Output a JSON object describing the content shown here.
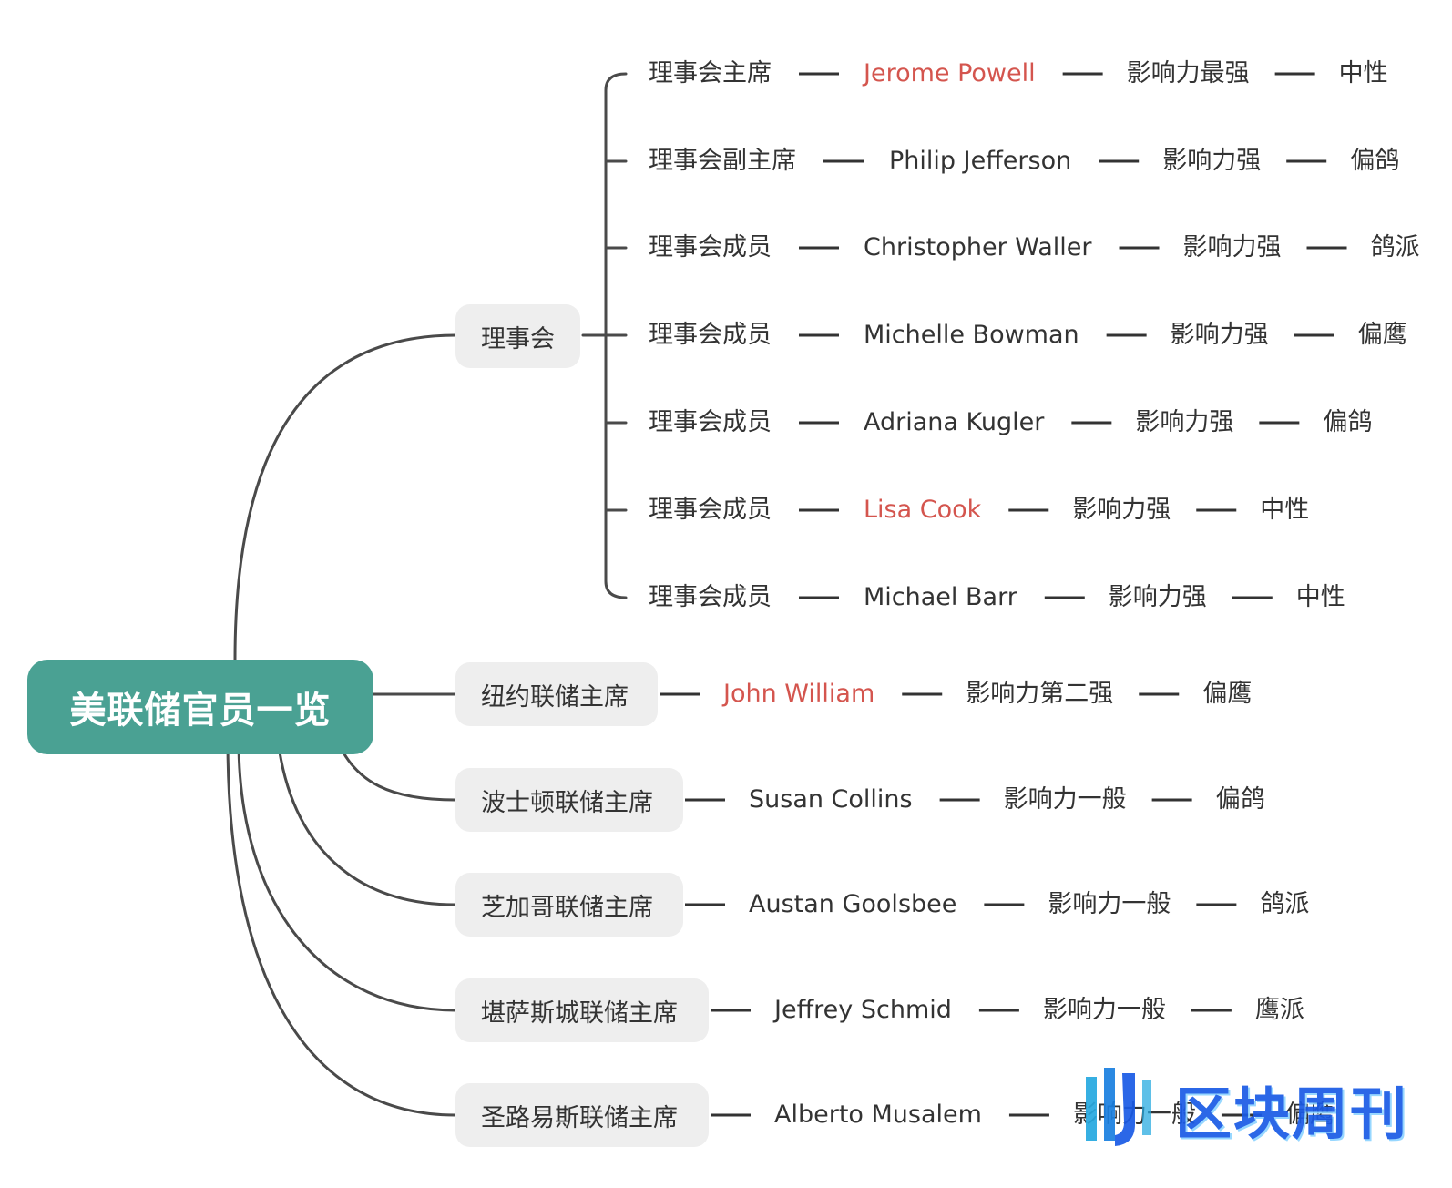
{
  "root": {
    "title": "美联储官员一览"
  },
  "board": {
    "label": "理事会",
    "members": [
      {
        "role": "理事会主席",
        "name": "Jerome Powell",
        "name_highlight": true,
        "influence": "影响力最强",
        "stance": "中性"
      },
      {
        "role": "理事会副主席",
        "name": "Philip Jefferson",
        "name_highlight": false,
        "influence": "影响力强",
        "stance": "偏鸽"
      },
      {
        "role": "理事会成员",
        "name": "Christopher Waller",
        "name_highlight": false,
        "influence": "影响力强",
        "stance": "鸽派"
      },
      {
        "role": "理事会成员",
        "name": "Michelle Bowman",
        "name_highlight": false,
        "influence": "影响力强",
        "stance": "偏鹰"
      },
      {
        "role": "理事会成员",
        "name": "Adriana Kugler",
        "name_highlight": false,
        "influence": "影响力强",
        "stance": "偏鸽"
      },
      {
        "role": "理事会成员",
        "name": "Lisa Cook",
        "name_highlight": true,
        "influence": "影响力强",
        "stance": "中性"
      },
      {
        "role": "理事会成员",
        "name": "Michael Barr",
        "name_highlight": false,
        "influence": "影响力强",
        "stance": "中性"
      }
    ]
  },
  "regional": [
    {
      "role": "纽约联储主席",
      "name": "John William",
      "name_highlight": true,
      "influence": "影响力第二强",
      "stance": "偏鹰"
    },
    {
      "role": "波士顿联储主席",
      "name": "Susan Collins",
      "name_highlight": false,
      "influence": "影响力一般",
      "stance": "偏鸽"
    },
    {
      "role": "芝加哥联储主席",
      "name": "Austan Goolsbee",
      "name_highlight": false,
      "influence": "影响力一般",
      "stance": "鸽派"
    },
    {
      "role": "堪萨斯城联储主席",
      "name": "Jeffrey Schmid",
      "name_highlight": false,
      "influence": "影响力一般",
      "stance": "鹰派"
    },
    {
      "role": "圣路易斯联储主席",
      "name": "Alberto Musalem",
      "name_highlight": false,
      "influence": "影响力一般",
      "stance": "偏鹰"
    }
  ],
  "colors": {
    "root_fill": "#4aa193",
    "branch_fill": "#eeeeee",
    "highlight_text": "#d4554e",
    "connector": "#4a4a4a"
  },
  "watermark": {
    "text": "区块周刊",
    "logo_icon": "block-weekly-logo-icon"
  }
}
